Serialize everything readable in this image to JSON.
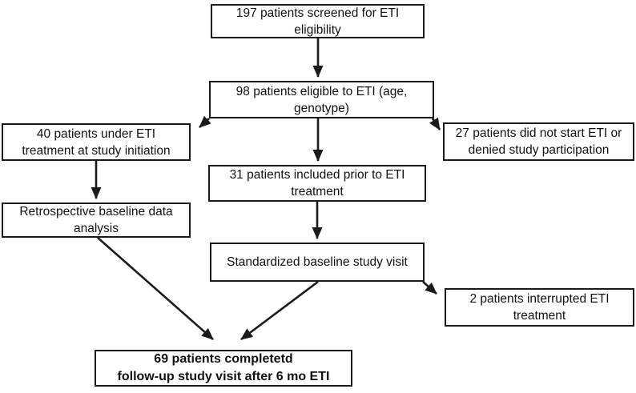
{
  "figure": {
    "type": "flowchart",
    "description": "Patient screening and enrollment flow diagram for ETI study",
    "colors": {
      "background": "#ffffff",
      "box_fill": "#ffffff",
      "box_border": "#1a1a1a",
      "text": "#111111",
      "arrow": "#1a1a1a"
    },
    "boxes": {
      "screened": {
        "text": "197 patients screened for ETI\neligibility",
        "bold": false
      },
      "eligible": {
        "text": "98 patients eligible to ETI (age,\ngenotype)",
        "bold": false
      },
      "under": {
        "text": "40 patients under ETI\ntreatment at study initiation",
        "bold": false
      },
      "notstart": {
        "text": "27 patients did not start ETI or\ndenied study participation",
        "bold": false
      },
      "included": {
        "text": "31 patients included prior to ETI\ntreatment",
        "bold": false
      },
      "retro": {
        "text": "Retrospective baseline data\nanalysis",
        "bold": false
      },
      "standardized": {
        "text": "Standardized baseline study visit",
        "bold": false
      },
      "interrupted": {
        "text": "2 patients interrupted ETI\ntreatment",
        "bold": false
      },
      "completed": {
        "text": "69 patients completetd\nfollow-up study visit after 6 mo ETI",
        "bold": true
      }
    },
    "edges": [
      {
        "from": "screened",
        "to": "eligible"
      },
      {
        "from": "eligible",
        "to": "under"
      },
      {
        "from": "eligible",
        "to": "included"
      },
      {
        "from": "eligible",
        "to": "notstart"
      },
      {
        "from": "under",
        "to": "retro"
      },
      {
        "from": "included",
        "to": "standardized"
      },
      {
        "from": "retro",
        "to": "completed"
      },
      {
        "from": "standardized",
        "to": "completed"
      },
      {
        "from": "standardized",
        "to": "interrupted"
      }
    ]
  }
}
